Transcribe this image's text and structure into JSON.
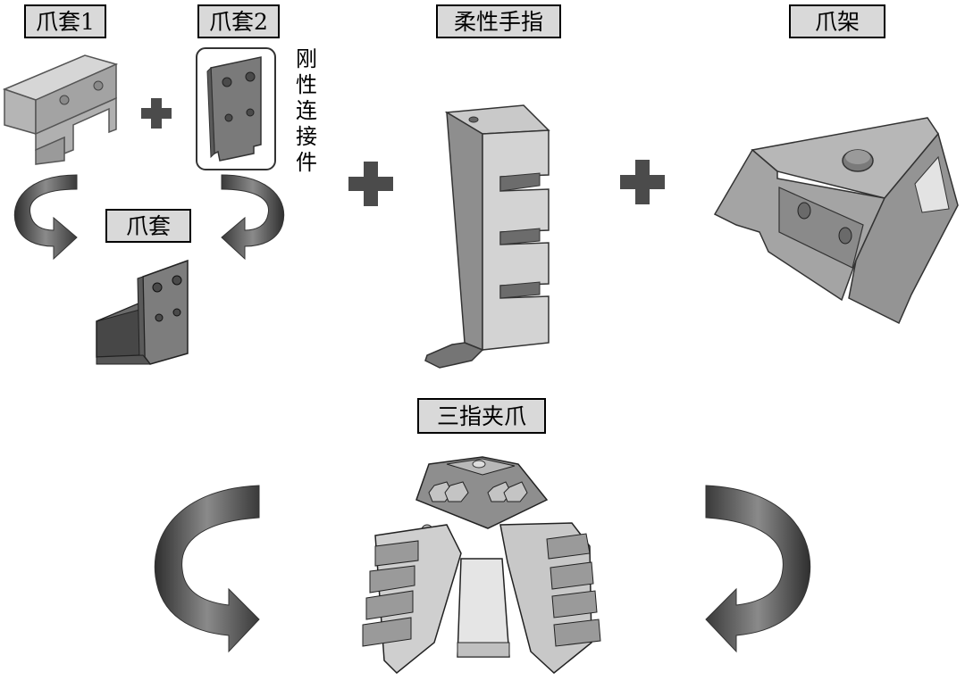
{
  "labels": {
    "claw_sleeve_1": "爪套1",
    "claw_sleeve_2": "爪套2",
    "rigid_connector": "刚性连接件",
    "claw_sleeve": "爪套",
    "flexible_finger": "柔性手指",
    "claw_frame": "爪架",
    "three_finger_gripper": "三指夹爪"
  },
  "symbols": {
    "plus": "+"
  },
  "colors": {
    "label_bg": "#d9d9d9",
    "part_light": "#bdbdbd",
    "part_mid": "#9a9a9a",
    "part_dark": "#5e5e5e",
    "arrow": "#4a4a4a"
  }
}
